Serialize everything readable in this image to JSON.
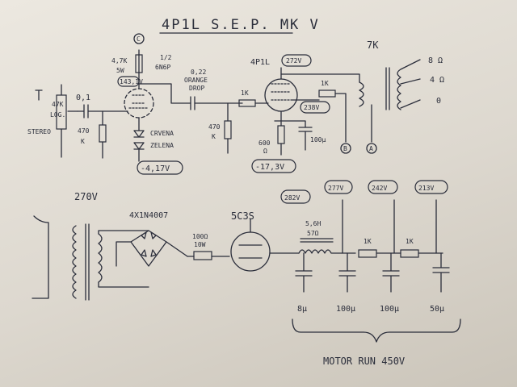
{
  "title": "4P1L S.E.P. MK V",
  "amp": {
    "input_pot": [
      "47K",
      "LOG.",
      "STEREO"
    ],
    "coupling_cap_in": "0,1",
    "grid_res": [
      "470",
      "K"
    ],
    "plate_res_v1": [
      "4,7K",
      "5W"
    ],
    "node_c": "C",
    "v1_voltage": "143,1V",
    "tube_v1": [
      "1/2",
      "6N6P"
    ],
    "led_labels": [
      "CRVENA",
      "ZELENA"
    ],
    "v1_cathode_voltage": "-4,17V",
    "coupling_cap_mid": [
      "0,22",
      "ORANGE",
      "DROP"
    ],
    "grid_res2": [
      "470",
      "K"
    ],
    "grid_stopper": "1K",
    "tube_v2": "4P1L",
    "v2_plate_voltage": "272V",
    "screen_res": "1K",
    "v2_screen_voltage": "238V",
    "cathode_res": [
      "600",
      "Ω"
    ],
    "cathode_cap": "100µ",
    "v2_cathode_voltage": "-17,3V",
    "node_b": "B",
    "node_a": "A",
    "transformer": "7K",
    "taps": [
      "8 Ω",
      "4 Ω",
      "0"
    ]
  },
  "psu": {
    "mains_voltage": "270V",
    "rectifier_diodes": "4X1N4007",
    "series_res": [
      "100Ω",
      "10W"
    ],
    "rectifier_tube": "5C3S",
    "node_voltages": [
      "282V",
      "277V",
      "242V",
      "213V"
    ],
    "choke": [
      "5,6H",
      "57Ω"
    ],
    "filter_res": [
      "1K",
      "1K"
    ],
    "caps": [
      "8µ",
      "100µ",
      "100µ",
      "50µ"
    ],
    "cap_note": "MOTOR RUN 450V"
  }
}
